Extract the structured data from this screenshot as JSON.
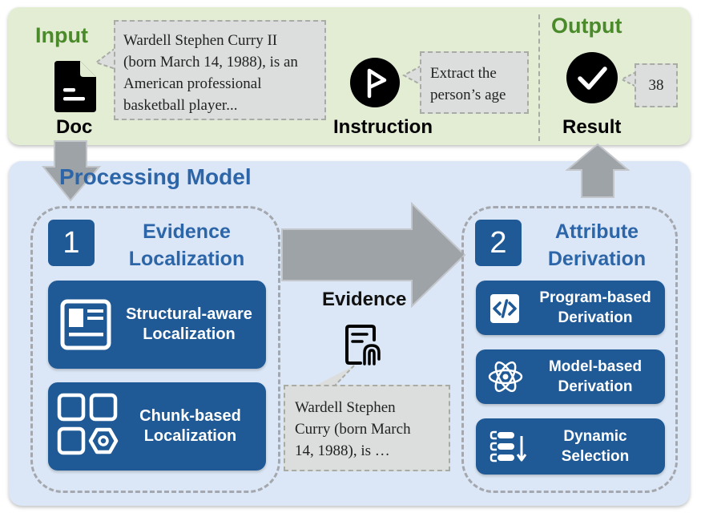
{
  "input": {
    "title": "Input",
    "doc_label": "Doc",
    "doc_text_lines": [
      "Wardell Stephen Curry II",
      "(born March 14, 1988), is an",
      "American professional",
      "basketball player..."
    ],
    "instruction_label": "Instruction",
    "instruction_text_lines": [
      "Extract the",
      "person’s age"
    ]
  },
  "output": {
    "title": "Output",
    "result_label": "Result",
    "result_value": "38"
  },
  "processing": {
    "title": "Processing Model",
    "evidence_localization": {
      "number": "1",
      "title_lines": [
        "Evidence",
        "Localization"
      ],
      "methods": [
        {
          "label_lines": [
            "Structural-aware",
            "Localization"
          ],
          "icon": "layout-icon"
        },
        {
          "label_lines": [
            "Chunk-based",
            "Localization"
          ],
          "icon": "chunks-icon"
        }
      ]
    },
    "evidence": {
      "title": "Evidence",
      "icon": "fingerprint-document-icon",
      "text_lines": [
        "Wardell Stephen",
        "Curry (born March",
        "14, 1988), is …"
      ]
    },
    "attribute_derivation": {
      "number": "2",
      "title_lines": [
        "Attribute",
        "Derivation"
      ],
      "methods": [
        {
          "label_lines": [
            "Program-based",
            "Derivation"
          ],
          "icon": "code-icon"
        },
        {
          "label_lines": [
            "Model-based",
            "Derivation"
          ],
          "icon": "atom-icon"
        },
        {
          "label_lines": [
            "Dynamic",
            "Selection"
          ],
          "icon": "list-select-icon"
        }
      ]
    }
  },
  "colors": {
    "input_panel": "#e2edd4",
    "processing_panel": "#dbe7f6",
    "card": "#1f5a96",
    "accent_green": "#4b8a2b",
    "accent_blue": "#2c65a8",
    "arrow": "#9ea3a8"
  }
}
